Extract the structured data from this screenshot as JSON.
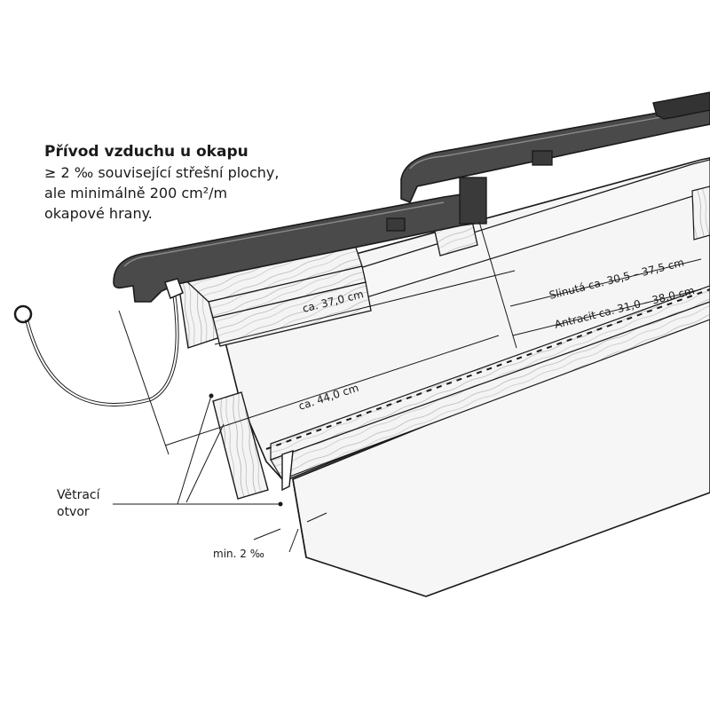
{
  "heading": {
    "title": "Přívod vzduchu u okapu",
    "line1": "≥ 2 ‰ související střešní plochy,",
    "line2": "ale minimálně 200 cm²/m",
    "line3": "okapové hrany."
  },
  "labels": {
    "dim_37": "ca. 37,0 cm",
    "dim_44": "ca. 44,0 cm",
    "slinuta": "Slinutá ca. 30,5 – 37,5 cm",
    "antracit": "Antracit ca. 31,0 – 38,0 cm",
    "vent_line1": "Větrací",
    "vent_line2": "otvor",
    "min_slope": "min. 2 ‰"
  },
  "colors": {
    "tile": "#4a4a4a",
    "tile_dark": "#222222",
    "outline": "#1a1a1a",
    "board": "#f2f2f2"
  }
}
